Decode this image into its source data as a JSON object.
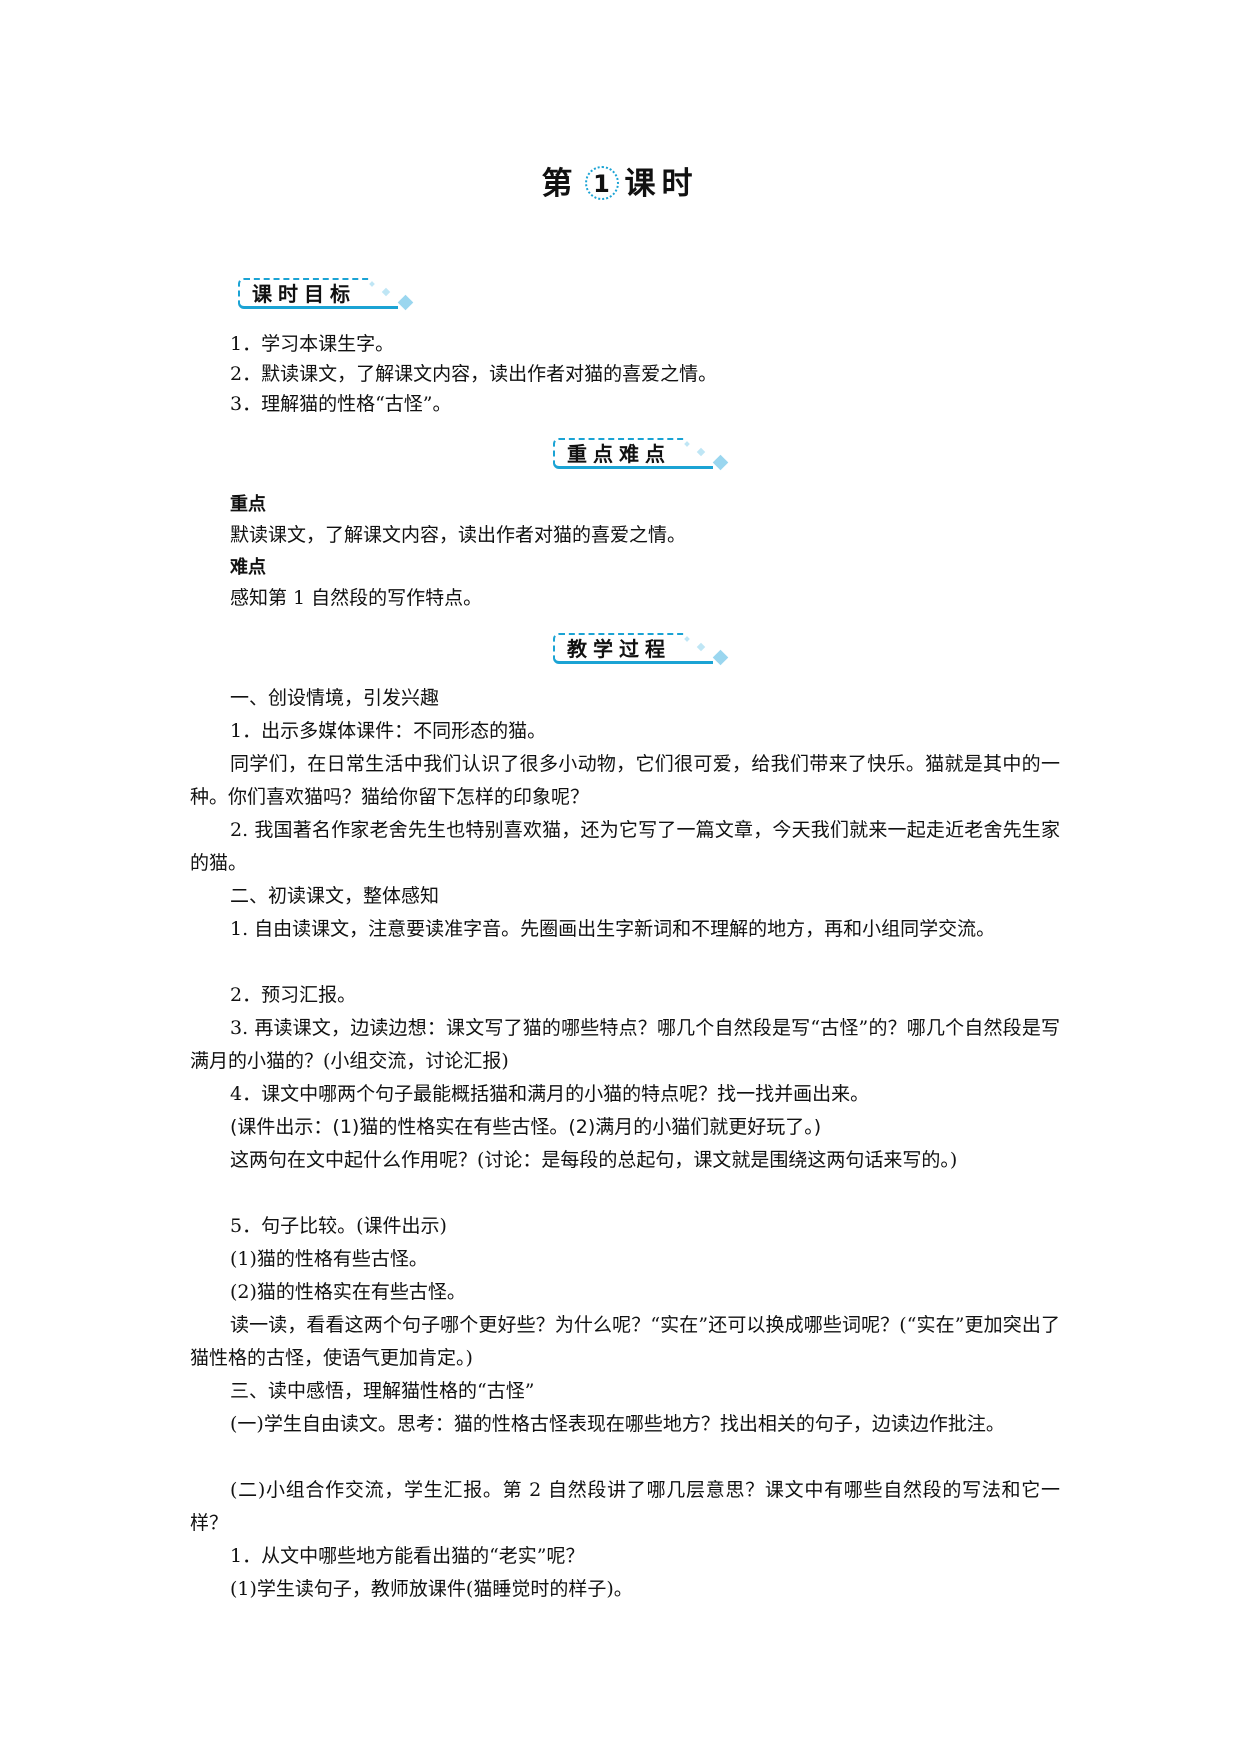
{
  "title": {
    "prefix": "第",
    "number": "1",
    "suffix": "课时"
  },
  "sections": {
    "objectives": {
      "header": "课时目标",
      "items": [
        "1．学习本课生字。",
        "2．默读课文，了解课文内容，读出作者对猫的喜爱之情。",
        "3．理解猫的性格“古怪”。"
      ]
    },
    "key_points": {
      "header": "重点难点",
      "key_label": "重点",
      "key_text": "默读课文，了解课文内容，读出作者对猫的喜爱之情。",
      "difficulty_label": "难点",
      "difficulty_text": "感知第 1 自然段的写作特点。"
    },
    "process": {
      "header": "教学过程",
      "paragraphs": [
        "一、创设情境，引发兴趣",
        "1．出示多媒体课件：不同形态的猫。",
        "同学们，在日常生活中我们认识了很多小动物，它们很可爱，给我们带来了快乐。猫就是其中的一种。你们喜欢猫吗？猫给你留下怎样的印象呢？",
        "2. 我国著名作家老舍先生也特别喜欢猫，还为它写了一篇文章，今天我们就来一起走近老舍先生家的猫。",
        "二、初读课文，整体感知",
        "1. 自由读课文，注意要读准字音。先圈画出生字新词和不理解的地方，再和小组同学交流。",
        "2．预习汇报。",
        "3. 再读课文，边读边想：课文写了猫的哪些特点？哪几个自然段是写“古怪”的？哪几个自然段是写满月的小猫的？(小组交流，讨论汇报)",
        "4．课文中哪两个句子最能概括猫和满月的小猫的特点呢？找一找并画出来。",
        "(课件出示：(1)猫的性格实在有些古怪。(2)满月的小猫们就更好玩了。)",
        "这两句在文中起什么作用呢？(讨论：是每段的总起句，课文就是围绕这两句话来写的。)",
        "5．句子比较。(课件出示)",
        "(1)猫的性格有些古怪。",
        "(2)猫的性格实在有些古怪。",
        "读一读，看看这两个句子哪个更好些？为什么呢？“实在”还可以换成哪些词呢？(“实在”更加突出了猫性格的古怪，使语气更加肯定。)",
        "三、读中感悟，理解猫性格的“古怪”",
        "(一)学生自由读文。思考：猫的性格古怪表现在哪些地方？找出相关的句子，边读边作批注。",
        "(二)小组合作交流，学生汇报。第 2 自然段讲了哪几层意思？课文中有哪些自然段的写法和它一样？",
        "1．从文中哪些地方能看出猫的“老实”呢？",
        "(1)学生读句子，教师放课件(猫睡觉时的样子)。"
      ]
    }
  },
  "colors": {
    "accent": "#1ba3d4",
    "text": "#111111",
    "background": "#ffffff"
  }
}
